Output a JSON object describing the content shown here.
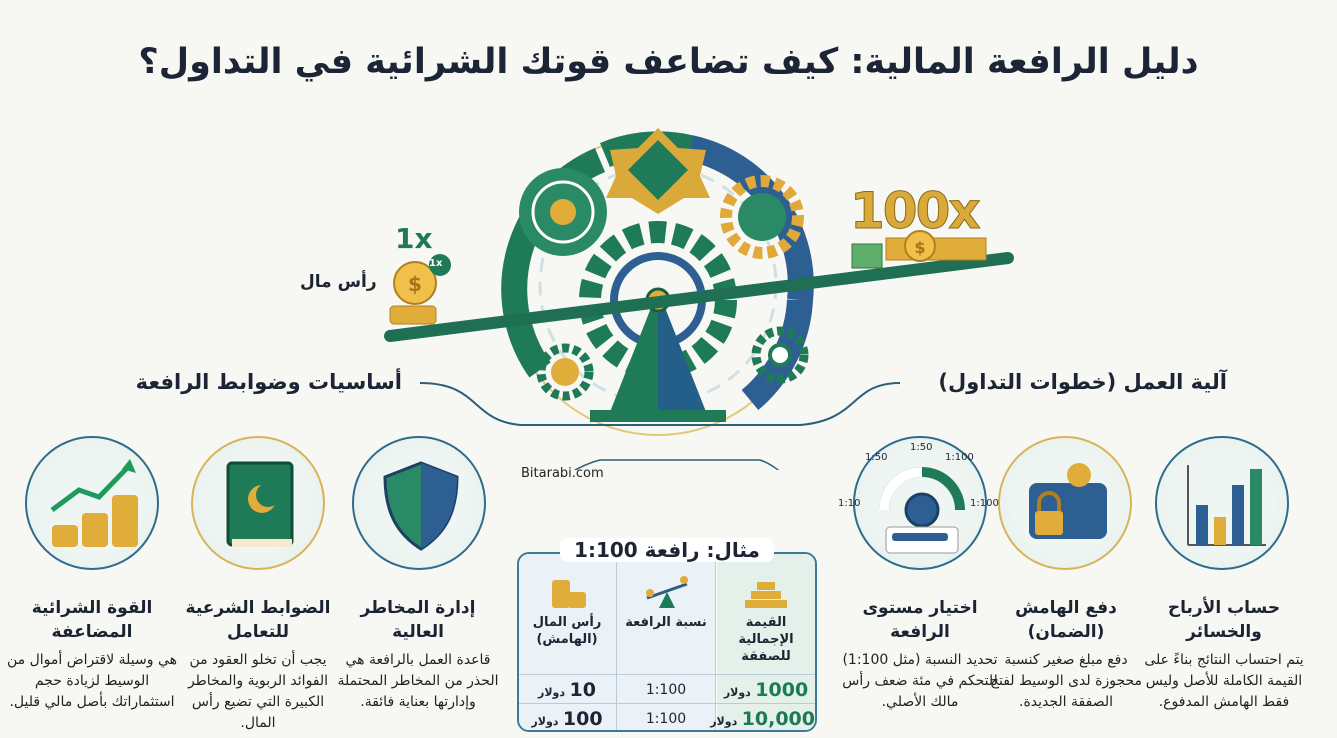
{
  "title": "دليل الرافعة المالية: كيف تضاعف قوتك الشرائية في التداول؟",
  "hero": {
    "left_multiplier": "1x",
    "coin_badge": "1x",
    "capital_label": "رأس مال",
    "right_multiplier": "100x"
  },
  "watermark": "Bitarabi.com",
  "left_section": {
    "heading": "أساسيات وضوابط الرافعة",
    "items": [
      {
        "title": "إدارة المخاطر العالية",
        "body": "قاعدة العمل بالرافعة هي الحذر من المخاطر المحتملة وإدارتها بعناية فائقة.",
        "icon": "shield-icon"
      },
      {
        "title": "الضوابط الشرعية للتعامل",
        "body": "يجب أن تخلو العقود من الفوائد الربوية والمخاطر الكبيرة التي تضيع رأس المال.",
        "icon": "book-crescent-icon"
      },
      {
        "title": "القوة الشرائية المضاعفة",
        "body": "هي وسيلة لاقتراض أموال من الوسيط لزيادة حجم استثماراتك بأصل مالي قليل.",
        "icon": "growth-coins-icon"
      }
    ]
  },
  "right_section": {
    "heading": "آلية العمل (خطوات التداول)",
    "items": [
      {
        "title": "حساب الأرباح والخسائر",
        "body": "يتم احتساب النتائج بناءً على القيمة الكاملة للأصل وليس فقط الهامش المدفوع.",
        "icon": "bar-chart-icon"
      },
      {
        "title": "دفع الهامش (الضمان)",
        "body": "دفع مبلغ صغير كنسبة محجوزة لدى الوسيط لفتح الصفقة الجديدة.",
        "icon": "wallet-lock-icon"
      },
      {
        "title": "اختيار مستوى الرافعة",
        "body": "تحديد النسبة (مثل 1:100) للتحكم في مئة ضعف رأس مالك الأصلي.",
        "icon": "gauge-dial-icon",
        "dial_labels": [
          "1:10",
          "1:50",
          "1:50",
          "1:100",
          "1:100"
        ]
      }
    ]
  },
  "example": {
    "title": "مثال: رافعة 1:100",
    "headers": [
      "القيمة الإجمالية للصفقة",
      "نسبة الرافعة",
      "رأس المال (الهامش)"
    ],
    "rows": [
      {
        "total": "1000",
        "ratio": "1:100",
        "margin": "10"
      },
      {
        "total": "10,000",
        "ratio": "1:100",
        "margin": "100"
      }
    ],
    "unit": "دولار"
  },
  "colors": {
    "green": "#1e7a56",
    "blue": "#2d5f93",
    "gold": "#d9a93a",
    "navy": "#1c2535"
  }
}
